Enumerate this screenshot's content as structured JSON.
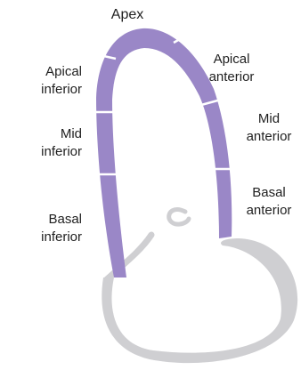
{
  "labels": {
    "apex": "Apex",
    "apical_inferior": [
      "Apical",
      "inferior"
    ],
    "mid_inferior": [
      "Mid",
      "inferior"
    ],
    "basal_inferior": [
      "Basal",
      "inferior"
    ],
    "apical_anterior": [
      "Apical",
      "anterior"
    ],
    "mid_anterior": [
      "Mid",
      "anterior"
    ],
    "basal_anterior": [
      "Basal",
      "anterior"
    ]
  },
  "colors": {
    "myocardium_segment": "#9A87C7",
    "divider": "#ffffff",
    "atrium_outline": "#cfcfd2"
  }
}
